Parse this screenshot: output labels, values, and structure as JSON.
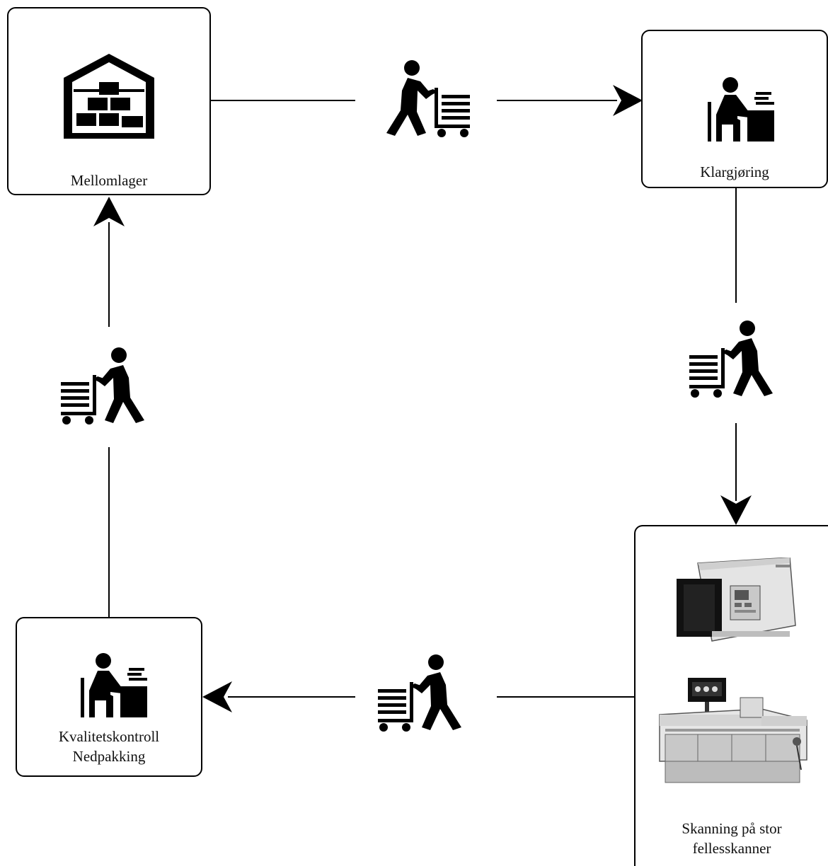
{
  "nodes": {
    "mellomlager": {
      "label": "Mellomlager",
      "icon": "warehouse-icon"
    },
    "klargjoring": {
      "label": "Klargjøring",
      "icon": "worker-at-desk-icon"
    },
    "skanning": {
      "label_line1": "Skanning på stor",
      "label_line2": "fellesskanner",
      "icons": [
        "document-scanner-icon",
        "large-format-scanner-icon"
      ]
    },
    "kvalitet": {
      "label_line1": "Kvalitetskontroll",
      "label_line2": "Nedpakking",
      "icon": "worker-at-desk-icon"
    }
  },
  "transport_icon": "hand-truck-worker-icon",
  "colors": {
    "stroke": "#000000",
    "fill": "#000000",
    "background": "#ffffff"
  }
}
